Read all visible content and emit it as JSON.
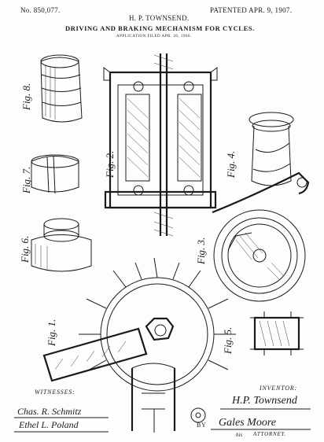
{
  "header": {
    "patent_number": "No. 850,077.",
    "inventor_name": "H. P. TOWNSEND.",
    "patent_date": "PATENTED APR. 9, 1907.",
    "title": "DRIVING AND BRAKING MECHANISM FOR CYCLES.",
    "application_line": "APPLICATION FILED APR. 26, 1906."
  },
  "figures": {
    "fig8": "Fig. 8.",
    "fig7": "Fig. 7.",
    "fig6": "Fig. 6.",
    "fig2": "Fig. 2.",
    "fig4": "Fig. 4.",
    "fig3": "Fig. 3.",
    "fig1": "Fig. 1.",
    "fig5": "Fig. 5."
  },
  "footer": {
    "witnesses_label": "WITNESSES:",
    "witness_1": "Chas. R. Schmitz",
    "witness_2": "Ethel L. Poland",
    "inventor_label": "INVENTOR:",
    "inventor_signature": "H.P. Townsend",
    "by_label": "BY",
    "attorney_signature": "Gales Moore",
    "his_label": "his",
    "attorney_label": "ATTORNEY."
  }
}
